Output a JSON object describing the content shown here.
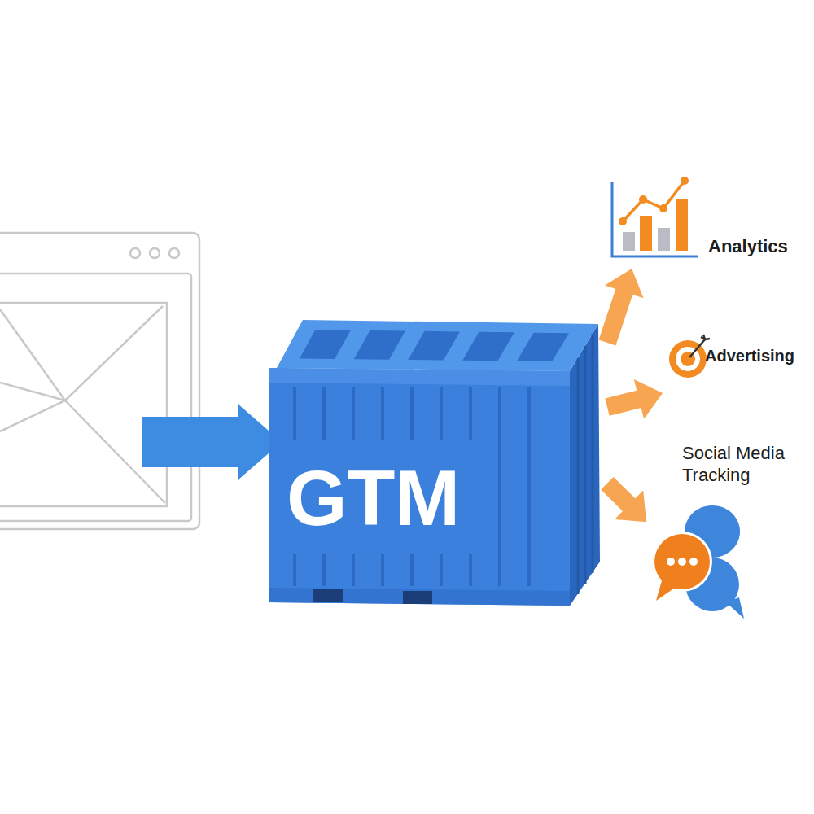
{
  "diagram": {
    "nodes": [
      {
        "text": [
          "GTM"
        ]
      },
      {
        "text": [
          "Analytics"
        ]
      },
      {
        "text": [
          "Advertising"
        ]
      },
      {
        "text": [
          "Social Media Tracking"
        ]
      }
    ],
    "edges": [
      {
        "from": 0,
        "to": 1,
        "arrow": "to"
      },
      {
        "from": 0,
        "to": 2,
        "arrow": "to"
      },
      {
        "from": 0,
        "to": 3,
        "arrow": "to"
      }
    ]
  }
}
